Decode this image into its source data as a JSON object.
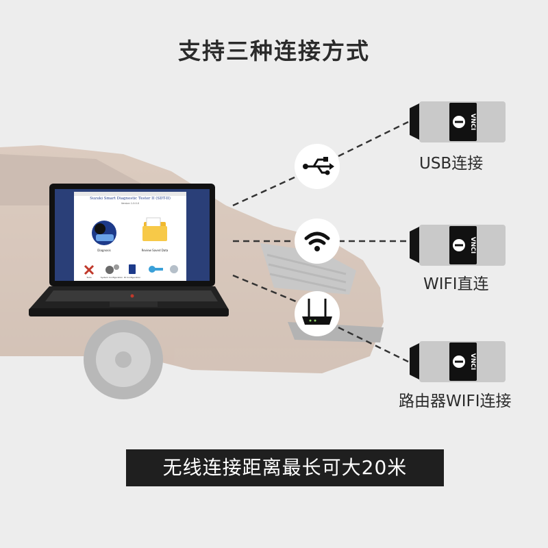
{
  "title": "支持三种连接方式",
  "connections": [
    {
      "label": "USB连接",
      "icon": "usb-icon"
    },
    {
      "label": "WIFI直连",
      "icon": "wifi-icon"
    },
    {
      "label": "路由器WIFI连接",
      "icon": "router-icon"
    }
  ],
  "device_brand": "VNCI",
  "laptop_screen": {
    "header": "Suzuki Smart Diagnostic Tester II (SDT-II)",
    "version": "Version 1.0.0.0",
    "diagnosis_label": "Diagnosis",
    "review_label": "Review Saved Data",
    "small_icons": [
      "Tools",
      "System Configuration",
      "ID Configuration",
      "",
      ""
    ]
  },
  "banner": "无线连接距离最长可大20米",
  "colors": {
    "background": "#ededed",
    "banner_bg": "#1f1f1f",
    "laptop_screen_bg": "#2a3f78",
    "window_bg": "#ffffff",
    "device_body": "#c9c9c9",
    "device_panel": "#111111"
  }
}
